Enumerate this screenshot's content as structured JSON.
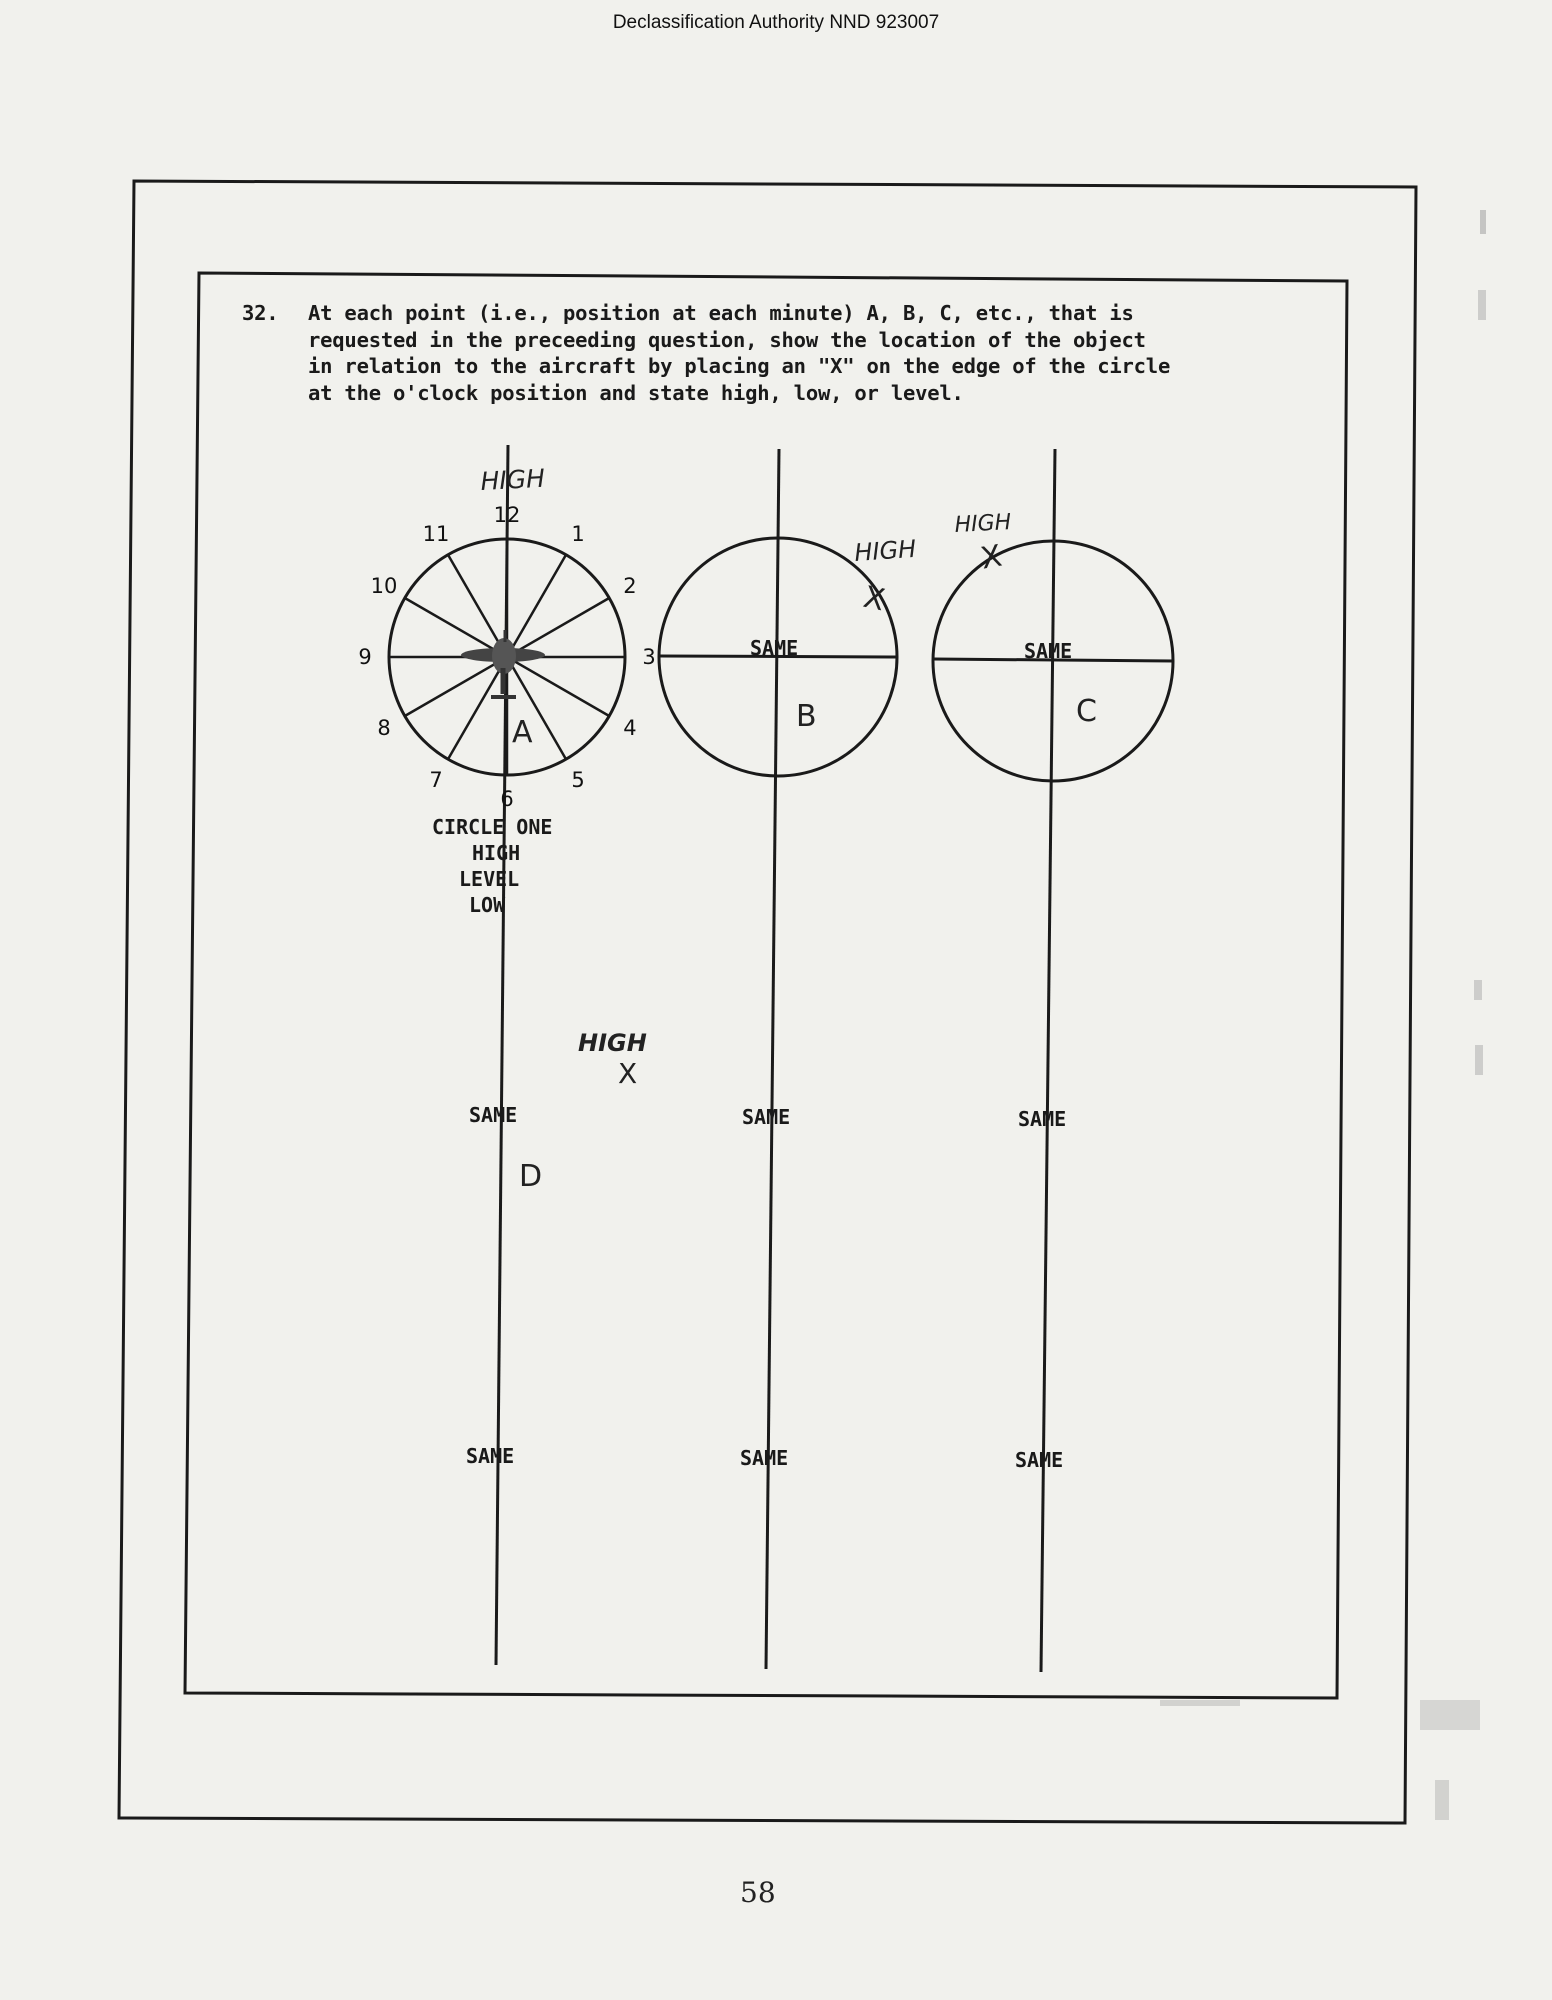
{
  "header": {
    "authority": "Declassification Authority NND 923007"
  },
  "question": {
    "number": "32.",
    "lines": [
      "At each point (i.e., position at each minute) A, B, C, etc., that is",
      "requested in the preceeding question, show the location of the object",
      "in relation to the aircraft by placing an \"X\" on the edge of the circle",
      "at the o'clock position and state high, low, or level."
    ]
  },
  "clock": {
    "numbers": [
      "12",
      "1",
      "2",
      "3",
      "4",
      "5",
      "6",
      "7",
      "8",
      "9",
      "10",
      "11"
    ]
  },
  "circle_one": {
    "heading": "CIRCLE ONE",
    "options": [
      "HIGH",
      "LEVEL",
      "LOW"
    ]
  },
  "positions": {
    "a": {
      "letter": "A",
      "note": "HIGH"
    },
    "b": {
      "letter": "B",
      "note": "HIGH",
      "mark": "X",
      "same": "SAME"
    },
    "c": {
      "letter": "C",
      "note": "HIGH",
      "mark": "X",
      "same": "SAME"
    },
    "d": {
      "letter": "D",
      "note": "HIGH",
      "mark": "X",
      "same": "SAME"
    }
  },
  "same_labels": {
    "row2": [
      "SAME",
      "SAME",
      "SAME"
    ],
    "row3": [
      "SAME",
      "SAME",
      "SAME"
    ]
  },
  "page_number": "58",
  "colors": {
    "ink": "#1a1a1a",
    "paper": "#f1f1ed"
  }
}
